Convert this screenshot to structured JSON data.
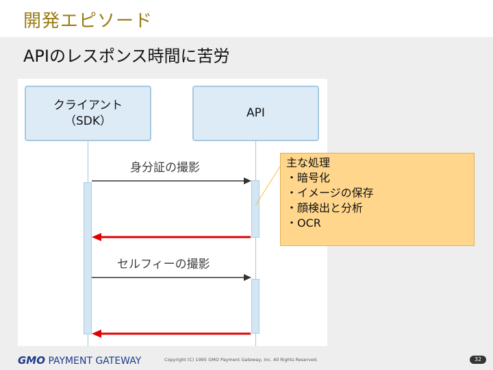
{
  "header": {
    "section_title": "開発エピソード",
    "slide_title": "APIのレスポンス時間に苦労"
  },
  "diagram": {
    "client_label_line1": "クライアント",
    "client_label_line2": "（SDK）",
    "api_label": "API",
    "message1_label": "身分証の撮影",
    "message2_label": "セルフィーの撮影",
    "colors": {
      "request_arrow": "#333333",
      "response_arrow": "#e00000",
      "note_fill": "#ffd68c"
    }
  },
  "note": {
    "title": "主な処理",
    "items": [
      "・暗号化",
      "・イメージの保存",
      "・顔検出と分析",
      "・OCR"
    ]
  },
  "footer": {
    "logo_gmo": "GMO",
    "logo_rest": "PAYMENT GATEWAY",
    "copyright": "Copyright (C) 1995 GMO Payment Gateway, Inc. All Rights Reserved.",
    "page_number": "32"
  }
}
